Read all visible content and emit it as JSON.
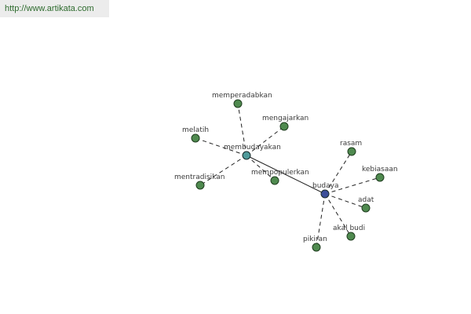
{
  "site": {
    "url_text": "http://www.artikata.com"
  },
  "graph": {
    "colors": {
      "leaf_node": "#4f8a4f",
      "hub_membudayakan": "#4f9a9a",
      "hub_budaya": "#3d4f9a",
      "edge": "#222222"
    },
    "nodes": [
      {
        "id": "membudayakan",
        "label": "membudayakan",
        "role": "hub"
      },
      {
        "id": "budaya",
        "label": "budaya",
        "role": "hub"
      },
      {
        "id": "memperadabkan",
        "label": "memperadabkan",
        "role": "leaf"
      },
      {
        "id": "mengajarkan",
        "label": "mengajarkan",
        "role": "leaf"
      },
      {
        "id": "melatih",
        "label": "melatih",
        "role": "leaf"
      },
      {
        "id": "mentradisikan",
        "label": "mentradisikan",
        "role": "leaf"
      },
      {
        "id": "mempopulerkan",
        "label": "mempopulerkan",
        "role": "leaf"
      },
      {
        "id": "rasam",
        "label": "rasam",
        "role": "leaf"
      },
      {
        "id": "kebiasaan",
        "label": "kebiasaan",
        "role": "leaf"
      },
      {
        "id": "adat",
        "label": "adat",
        "role": "leaf"
      },
      {
        "id": "akal_budi",
        "label": "akal budi",
        "role": "leaf"
      },
      {
        "id": "pikiran",
        "label": "pikiran",
        "role": "leaf"
      }
    ],
    "edges": [
      {
        "from": "membudayakan",
        "to": "budaya",
        "style": "solid"
      },
      {
        "from": "membudayakan",
        "to": "memperadabkan",
        "style": "dashed"
      },
      {
        "from": "membudayakan",
        "to": "mengajarkan",
        "style": "dashed"
      },
      {
        "from": "membudayakan",
        "to": "melatih",
        "style": "dashed"
      },
      {
        "from": "membudayakan",
        "to": "mentradisikan",
        "style": "dashed"
      },
      {
        "from": "membudayakan",
        "to": "mempopulerkan",
        "style": "dashed"
      },
      {
        "from": "budaya",
        "to": "rasam",
        "style": "dashed"
      },
      {
        "from": "budaya",
        "to": "kebiasaan",
        "style": "dashed"
      },
      {
        "from": "budaya",
        "to": "adat",
        "style": "dashed"
      },
      {
        "from": "budaya",
        "to": "akal_budi",
        "style": "dashed"
      },
      {
        "from": "budaya",
        "to": "pikiran",
        "style": "dashed"
      }
    ]
  }
}
